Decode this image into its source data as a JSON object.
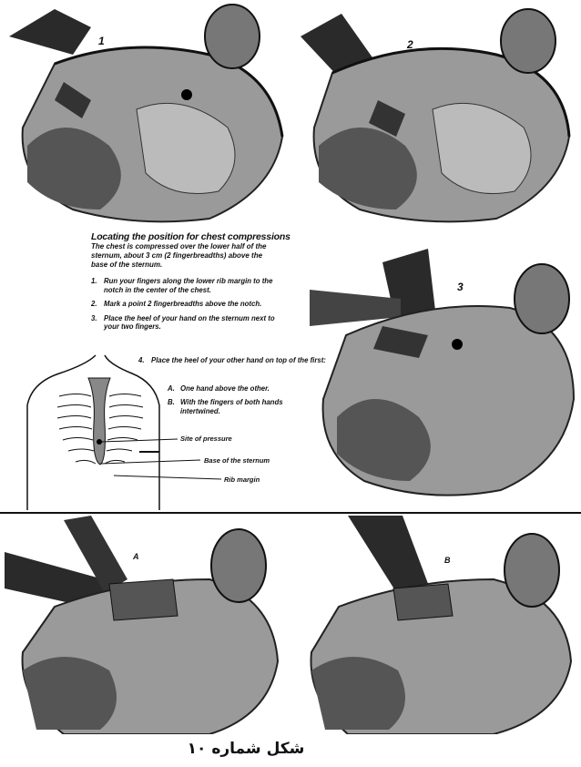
{
  "figure_numbers": {
    "panel_1": "1",
    "panel_2": "2",
    "panel_3": "3",
    "panel_a": "A",
    "panel_b": "B"
  },
  "instructions": {
    "heading": "Locating the position for chest compressions",
    "intro": "The chest is compressed over the lower half of the sternum, about 3 cm (2 fingerbreadths) above the base of the sternum.",
    "steps": [
      {
        "num": "1.",
        "text": "Run your fingers along the lower rib margin to the notch in the center of the chest."
      },
      {
        "num": "2.",
        "text": "Mark a point 2 fingerbreadths above the notch."
      },
      {
        "num": "3.",
        "text": "Place the heel of your hand on the sternum next to your two fingers."
      },
      {
        "num": "4.",
        "text": "Place the heel of your other hand on top of the first:"
      }
    ],
    "substeps": [
      {
        "letter": "A.",
        "text": "One hand above the other."
      },
      {
        "letter": "B.",
        "text": "With the fingers of both hands intertwined."
      }
    ]
  },
  "diagram_labels": {
    "site_of_pressure": "Site of pressure",
    "base_of_sternum": "Base of the sternum",
    "rib_margin": "Rib margin"
  },
  "caption": "شکل شماره ۱۰"
}
